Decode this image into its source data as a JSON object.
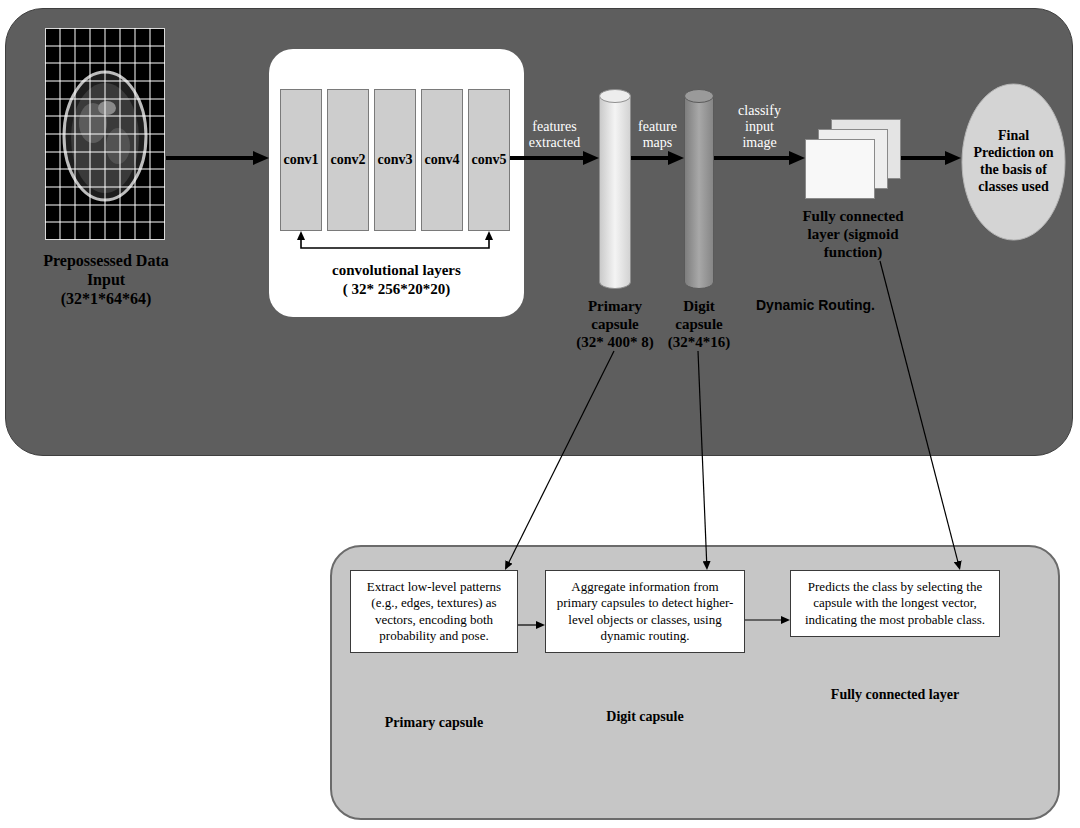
{
  "diagram": {
    "nodes": [
      {
        "text": [
          "Dynamic Routing."
        ]
      },
      {
        "text": [
          "Prepossessed Data Input",
          "(32*1*64*64)"
        ],
        "in": 0
      },
      {
        "text": [
          "convolutional layers",
          "( 32* 256*20*20)"
        ],
        "in": 0
      },
      {
        "text": [
          "conv1"
        ],
        "in": 2
      },
      {
        "text": [
          "conv2"
        ],
        "in": 2
      },
      {
        "text": [
          "conv3"
        ],
        "in": 2
      },
      {
        "text": [
          "conv4"
        ],
        "in": 2
      },
      {
        "text": [
          "conv5"
        ],
        "in": 2
      },
      {
        "text": [
          "Primary capsule",
          "(32* 400* 8)"
        ],
        "in": 0
      },
      {
        "text": [
          "Digit capsule",
          "(32*4*16)"
        ],
        "in": 0
      },
      {
        "text": [
          "Fully connected layer (sigmoid function)"
        ],
        "in": 0
      },
      {
        "text": [
          "Final Prediction on the basis of classes used"
        ],
        "in": 0
      },
      {
        "text": [
          "Extract low-level patterns (e.g., edges, textures) as vectors, encoding both probability and pose.",
          "Primary capsule"
        ]
      },
      {
        "text": [
          "Aggregate information from primary capsules to detect higher-level objects or classes, using dynamic routing.",
          "Digit capsule"
        ]
      },
      {
        "text": [
          "Predicts the class by selecting the capsule with the longest vector, indicating the most probable class.",
          "Fully connected layer"
        ]
      }
    ],
    "edges": [
      {
        "from": 1,
        "to": 2,
        "arrow": "to"
      },
      {
        "from": 3,
        "to": 7,
        "arrow": "both"
      },
      {
        "from": 7,
        "to": 8,
        "label": "features extracted",
        "arrow": "to"
      },
      {
        "from": 8,
        "to": 9,
        "label": "feature maps",
        "arrow": "to"
      },
      {
        "from": 9,
        "to": 10,
        "label": "classify input image",
        "arrow": "to"
      },
      {
        "from": 10,
        "to": 11,
        "arrow": "to"
      },
      {
        "from": 8,
        "to": 12,
        "arrow": "to"
      },
      {
        "from": 9,
        "to": 13,
        "arrow": "to"
      },
      {
        "from": 10,
        "to": 14,
        "arrow": "to"
      },
      {
        "from": 12,
        "to": 13,
        "arrow": "to"
      },
      {
        "from": 13,
        "to": 14,
        "arrow": "to"
      }
    ]
  }
}
